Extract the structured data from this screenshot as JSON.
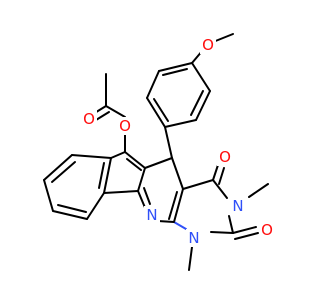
{
  "structure": {
    "atom_labels": {
      "o_acetyl_carbonyl": "O",
      "o_ester": "O",
      "o_methoxy": "O",
      "o_c4": "O",
      "o_c2": "O",
      "n_pyridine": "N",
      "n3": "N",
      "n1": "N"
    }
  },
  "colors": {
    "oxygen": "#ff0d0d",
    "nitrogen": "#3050f8",
    "carbon": "#000000"
  }
}
